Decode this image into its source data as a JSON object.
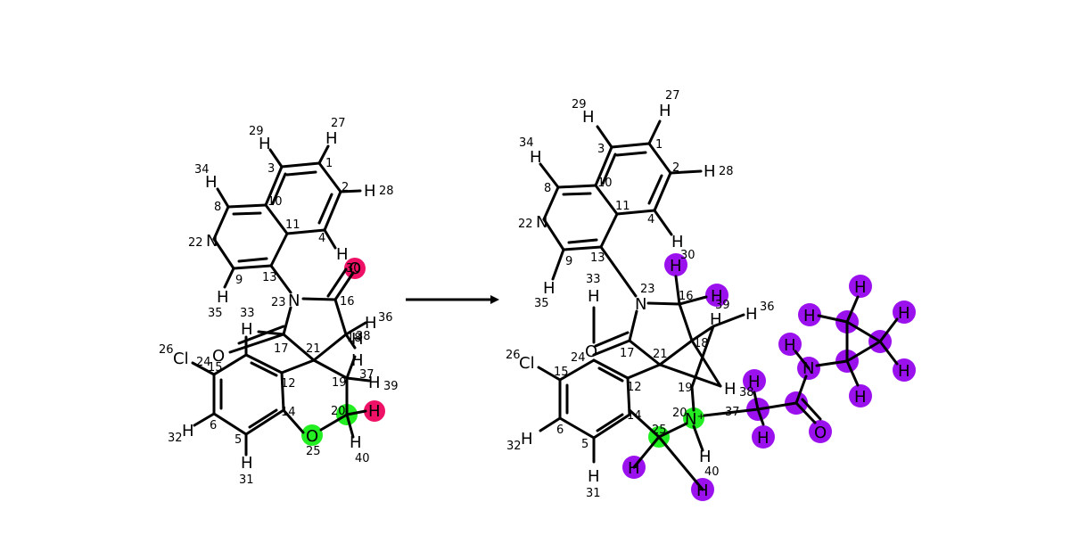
{
  "colors": {
    "background": "#ffffff",
    "bond": "#000000",
    "highlight_green": "#22ee22",
    "highlight_pink": "#ee1166",
    "highlight_purple": "#9a11ee"
  },
  "arrow": {
    "label": ""
  },
  "reactant": {
    "atoms": {
      "n22": {
        "label": "N"
      },
      "cl26": {
        "label": "Cl"
      },
      "o_carbonyl": {
        "label": "O"
      },
      "o25": {
        "label": "O"
      },
      "n23": {
        "label": "N"
      },
      "o_hl": {
        "label": "O"
      },
      "h29": {
        "label": "H"
      },
      "h27": {
        "label": "H"
      },
      "h28": {
        "label": "H"
      },
      "h34": {
        "label": "H"
      },
      "h35": {
        "label": "H"
      },
      "h30": {
        "label": "H"
      },
      "h33": {
        "label": "H"
      },
      "h36": {
        "label": "H"
      },
      "h38": {
        "label": "H"
      },
      "h37": {
        "label": "H"
      },
      "h39": {
        "label": "H"
      },
      "h_pink": {
        "label": "H"
      },
      "h40": {
        "label": "H"
      },
      "h32": {
        "label": "H"
      },
      "h31": {
        "label": "H"
      }
    },
    "indices": {
      "i1": "1",
      "i2": "2",
      "i3": "3",
      "i4": "4",
      "i5": "5",
      "i6": "6",
      "i8": "8",
      "i9": "9",
      "i10": "10",
      "i11": "11",
      "i12": "12",
      "i13": "13",
      "i14": "14",
      "i15": "15",
      "i16": "16",
      "i17": "17",
      "i18": "18",
      "i19": "19",
      "i20": "20",
      "i21": "21",
      "i22": "22",
      "i23": "23",
      "i24": "24",
      "i25": "25",
      "i26": "26",
      "i27": "27",
      "i28": "28",
      "i29": "29",
      "i30": "30",
      "i31": "31",
      "i32": "32",
      "i33": "33",
      "i34": "34",
      "i35": "35",
      "i36": "36",
      "i37": "37",
      "i38": "38",
      "i39": "39",
      "i40": "40"
    }
  },
  "product": {
    "atoms": {
      "n22": {
        "label": "N"
      },
      "cl26": {
        "label": "Cl"
      },
      "o_carbonyl": {
        "label": "O"
      },
      "n23": {
        "label": "N"
      },
      "n20": {
        "label": "N⁺"
      },
      "o_amide": {
        "label": "O"
      },
      "n_amide": {
        "label": "N"
      },
      "h29": {
        "label": "H"
      },
      "h27": {
        "label": "H"
      },
      "h28": {
        "label": "H"
      },
      "h34": {
        "label": "H"
      },
      "h35": {
        "label": "H"
      },
      "h_4": {
        "label": "H"
      },
      "h30": {
        "label": "H"
      },
      "h39": {
        "label": "H"
      },
      "h33": {
        "label": "H"
      },
      "h36": {
        "label": "H"
      },
      "h18a": {
        "label": "H"
      },
      "h38": {
        "label": "H"
      },
      "h40": {
        "label": "H"
      },
      "h32": {
        "label": "H"
      },
      "h31": {
        "label": "H"
      },
      "hp1": {
        "label": "H"
      },
      "hp2": {
        "label": "H"
      },
      "hp3": {
        "label": "H"
      },
      "hp4": {
        "label": "H"
      },
      "hp5": {
        "label": "H"
      },
      "hp6": {
        "label": "H"
      },
      "hp7": {
        "label": "H"
      },
      "hp8": {
        "label": "H"
      },
      "hp9": {
        "label": "H"
      },
      "hp10": {
        "label": "H"
      }
    },
    "indices": {
      "i1": "1",
      "i2": "2",
      "i3": "3",
      "i4": "4",
      "i5": "5",
      "i6": "6",
      "i8": "8",
      "i9": "9",
      "i10": "10",
      "i11": "11",
      "i12": "12",
      "i13": "13",
      "i14": "14",
      "i15": "15",
      "i16": "16",
      "i17": "17",
      "i18": "18",
      "i19": "19",
      "i20": "20",
      "i21": "21",
      "i22": "22",
      "i23": "23",
      "i24": "24",
      "i25": "25",
      "i26": "26",
      "i27": "27",
      "i28": "28",
      "i29": "29",
      "i30": "30",
      "i31": "31",
      "i32": "32",
      "i33": "33",
      "i34": "34",
      "i35": "35",
      "i36": "36",
      "i37": "37",
      "i38": "38",
      "i39": "39",
      "i40": "40"
    }
  }
}
